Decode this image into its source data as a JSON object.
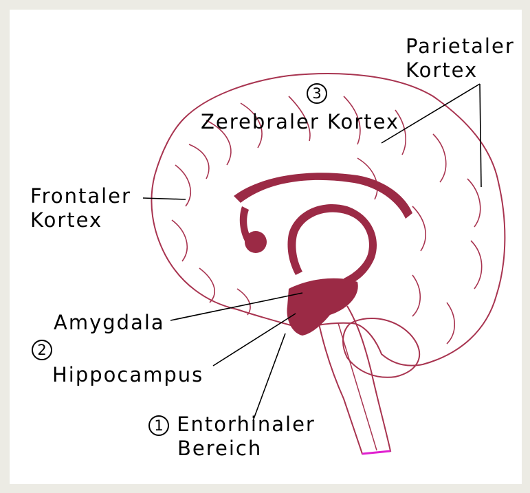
{
  "diagram": {
    "colors": {
      "background": "#ecebe4",
      "panel": "#ffffff",
      "outline": "#a83450",
      "limbic_fill": "#9b2a45",
      "text": "#000000",
      "spinal_tip": "#e020d0"
    },
    "labels": {
      "parietal_line1": "Parietaler",
      "parietal_line2": "Kortex",
      "cortex_number": "3",
      "cerebral": "Zerebraler Kortex",
      "frontal_line1": "Frontaler",
      "frontal_line2": "Kortex",
      "amygdala": "Amygdala",
      "number_two": "2",
      "hippocampus": "Hippocampus",
      "entorhinal_number": "1",
      "entorhinal_line1": "Entorhinaler",
      "entorhinal_line2": "Bereich"
    }
  }
}
